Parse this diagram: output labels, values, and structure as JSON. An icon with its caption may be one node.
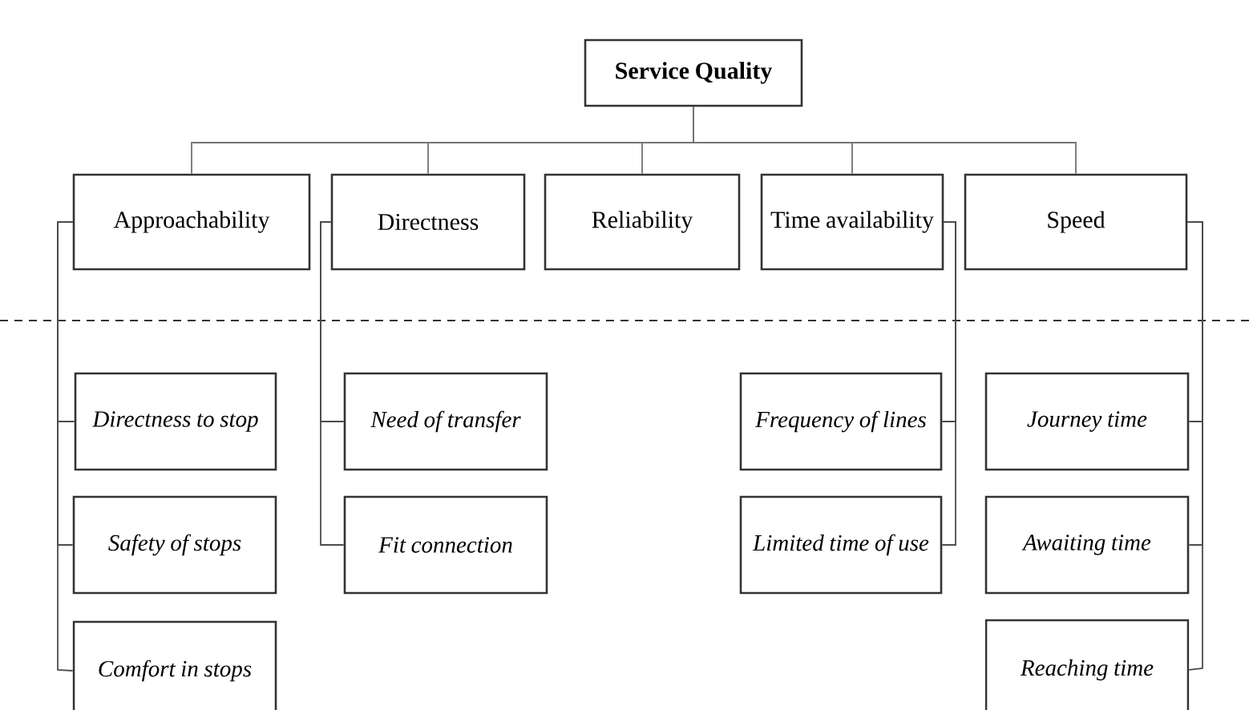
{
  "diagram": {
    "nodes": [
      {
        "text": [
          "Service Quality"
        ]
      },
      {
        "text": [
          "Approachability"
        ]
      },
      {
        "text": [
          "Directness"
        ]
      },
      {
        "text": [
          "Reliability"
        ]
      },
      {
        "text": [
          "Time availability"
        ]
      },
      {
        "text": [
          "Speed"
        ]
      },
      {
        "text": [
          "Directness to stop"
        ]
      },
      {
        "text": [
          "Need of transfer"
        ]
      },
      {
        "text": [
          "Frequency of lines"
        ]
      },
      {
        "text": [
          "Journey time"
        ]
      },
      {
        "text": [
          "Safety of stops"
        ]
      },
      {
        "text": [
          "Fit connection"
        ]
      },
      {
        "text": [
          "Limited time of use"
        ]
      },
      {
        "text": [
          "Awaiting time"
        ]
      },
      {
        "text": [
          "Comfort in stops"
        ]
      },
      {
        "text": [
          "Reaching time"
        ]
      }
    ],
    "edges": [
      {
        "from": 0,
        "to": 1,
        "arrow": "none"
      },
      {
        "from": 0,
        "to": 2,
        "arrow": "none"
      },
      {
        "from": 0,
        "to": 3,
        "arrow": "none"
      },
      {
        "from": 0,
        "to": 4,
        "arrow": "none"
      },
      {
        "from": 0,
        "to": 5,
        "arrow": "none"
      },
      {
        "from": 1,
        "to": 6,
        "arrow": "none"
      },
      {
        "from": 1,
        "to": 10,
        "arrow": "none"
      },
      {
        "from": 1,
        "to": 14,
        "arrow": "none"
      },
      {
        "from": 2,
        "to": 7,
        "arrow": "none"
      },
      {
        "from": 2,
        "to": 11,
        "arrow": "none"
      },
      {
        "from": 4,
        "to": 8,
        "arrow": "none"
      },
      {
        "from": 4,
        "to": 12,
        "arrow": "none"
      },
      {
        "from": 5,
        "to": 9,
        "arrow": "none"
      },
      {
        "from": 5,
        "to": 13,
        "arrow": "none"
      },
      {
        "from": 5,
        "to": 15,
        "arrow": "none"
      }
    ]
  }
}
